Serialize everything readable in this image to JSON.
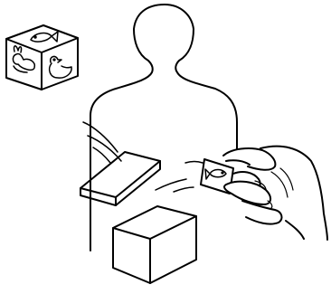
{
  "figure": {
    "background": "#ffffff",
    "stroke_color": "#000000",
    "elements": [
      "person-silhouette-outline",
      "picture-cube",
      "flat-box-lid",
      "open-box",
      "hand-holding-picture-card",
      "motion-lines"
    ],
    "cube_faces": [
      "fish",
      "rabbit",
      "duck"
    ],
    "card_picture": "fish"
  }
}
